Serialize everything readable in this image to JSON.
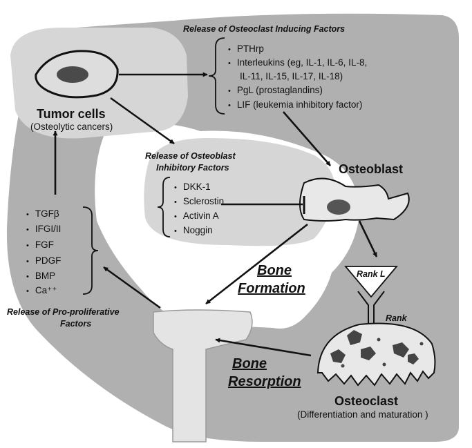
{
  "osteoclast_inducing": {
    "header": "Release of Osteoclast Inducing Factors",
    "items": [
      "PTHrp",
      "Interleukins  (eg, IL-1, IL-6, IL-8,",
      "IL-11, IL-15, IL-17, IL-18)",
      "PgL (prostaglandins)",
      "LIF (leukemia inhibitory factor)"
    ]
  },
  "tumor": {
    "title": "Tumor cells",
    "subtitle": "(Osteolytic cancers)"
  },
  "osteoblast_inhibitory": {
    "header_line1": "Release of Osteoblast",
    "header_line2": "Inhibitory Factors",
    "items": [
      "DKK-1",
      "Sclerostin",
      "Activin A",
      "Noggin"
    ]
  },
  "osteoblast": {
    "title": "Osteoblast"
  },
  "pro_proliferative": {
    "items": [
      "TGFβ",
      "IFGI/II",
      "FGF",
      "PDGF",
      "BMP",
      "Ca⁺⁺"
    ],
    "header_line1": "Release of Pro-proliferative",
    "header_line2": "Factors"
  },
  "bone_formation": {
    "line1": "Bone",
    "line2": "Formation"
  },
  "bone_resorption": {
    "line1": "Bone",
    "line2": "Resorption"
  },
  "rank_l": {
    "label": "Rank L"
  },
  "rank": {
    "label": "Rank"
  },
  "osteoclast": {
    "title": "Osteoclast",
    "subtitle": "(Differentiation and maturation )"
  }
}
